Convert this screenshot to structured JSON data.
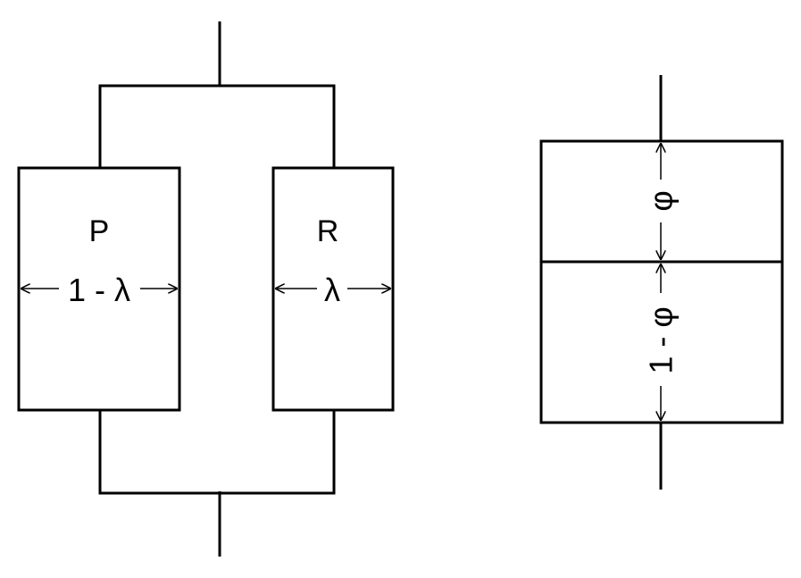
{
  "diagrams": {
    "parallel": {
      "left_box_label": "P",
      "left_box_fraction": "1 - λ",
      "right_box_label": "R",
      "right_box_fraction": "λ"
    },
    "series": {
      "top_fraction": "φ",
      "bottom_fraction": "1 - φ"
    }
  }
}
